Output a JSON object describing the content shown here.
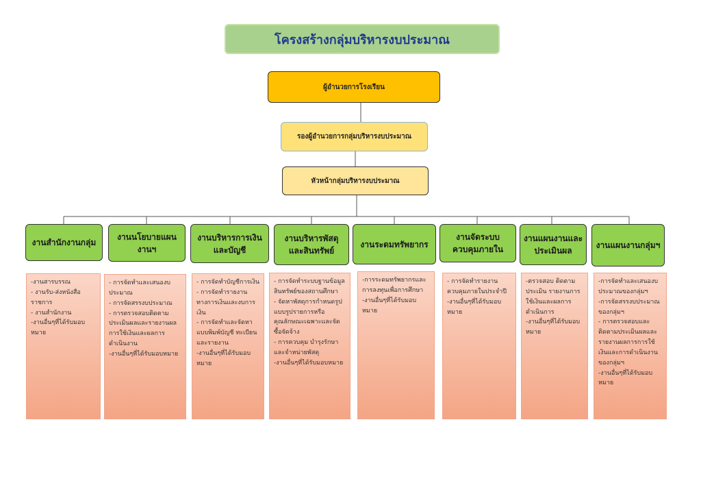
{
  "title": "โครงสร้างกลุ่มบริหารงบประมาณ",
  "director": "ผู้อำนวยการโรงเรียน",
  "deputy": "รองผู้อำนวยการกลุ่มบริหารงบประมาณ",
  "head": "หัวหน้ากลุ่มบริหารงบประมาณ",
  "units": [
    {
      "name": "งานสำนักงานกลุ่ม",
      "tasks": "-งานสารบรรณ\n- งานรับ-ส่งหนังสือราชการ\n- งานสำนักงาน\n-งานอื่นๆที่ได้รับมอบหมาย"
    },
    {
      "name": "งานนโยบายแผนงานฯ",
      "tasks": "- การจัดทำและเสนองบประมาณ\n- การจัดสรรงบประมาณ\n- การตรวจสอบติดตามประเมินผลและรายงานผลการใช้เงินและผลการดำเนินงาน\n-งานอื่นๆที่ได้รับมอบหมาย"
    },
    {
      "name": "งานบริหารการเงินและบัญชี",
      "tasks": "- การจัดทำบัญชีการเงิน\n- การจัดทำรายงานทางการเงินและงบการเงิน\n- การจัดทำและจัดหาแบบพิมพ์บัญชี ทะเบียนและรายงาน\n-งานอื่นๆที่ได้รับมอบหมาย"
    },
    {
      "name": "งานบริหารพัสดุและสินทรัพย์",
      "tasks": "- การจัดทำระบบฐานข้อมูลสินทรัพย์ของสถานศึกษา\n- จัดหาพัสดุการกำหนดรูปแบบรูปรายการหรือคุณลักษณะเฉพาะและจัดซื้อจัดจ้าง\n- การควบคุม บำรุงรักษาและจำหน่ายพัสดุ\n-งานอื่นๆที่ได้รับมอบหมาย"
    },
    {
      "name": "งานระดมทรัพยากร",
      "tasks": "-การระดมทรัพยากรและการลงทุนเพื่อการศึกษา\n-งานอื่นๆที่ได้รับมอบหมาย"
    },
    {
      "name": "งานจัดระบบควบคุมภายใน",
      "tasks": "- การจัดทำรายงานควบคุมภายในประจำปี\n-งานอื่นๆที่ได้รับมอบหมาย"
    },
    {
      "name": "งานแผนงานและประเมินผล",
      "tasks": "-ตรวจสอบ ติดตามประเมิน รายงานการใช้เงินและผลการดำเนินการ\n-งานอื่นๆที่ได้รับมอบหมาย"
    },
    {
      "name": "งานแผนงานกลุ่มฯ",
      "tasks": "-การจัดทำและเสนองบประมาณของกลุ่มฯ\n-การจัดสรรงบประมาณของกลุ่มฯ\n- การตรวจสอบและติดตามประเมินผลและรายงานผลการการใช้เงินและการดำเนินงานของกลุ่มฯ\n-งานอื่นๆที่ได้รับมอบหมาย"
    }
  ]
}
